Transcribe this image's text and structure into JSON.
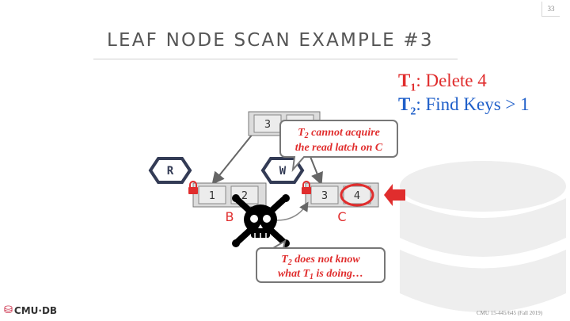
{
  "page_number": "33",
  "title": "LEAF NODE SCAN EXAMPLE #3",
  "legend": {
    "t1": {
      "label": "T",
      "sub": "1",
      "text": ": Delete 4",
      "color": "#e02d2d"
    },
    "t2": {
      "label": "T",
      "sub": "2",
      "text": ": Find Keys > 1",
      "color": "#1f5fc9"
    }
  },
  "tree": {
    "root_key": "3",
    "leaf_b": {
      "keys": [
        "1",
        "2"
      ],
      "label": "B"
    },
    "leaf_c": {
      "keys": [
        "3",
        "4"
      ],
      "label": "C"
    }
  },
  "badges": {
    "read": "R",
    "write": "W"
  },
  "callouts": {
    "top": {
      "line1_pre": "T",
      "line1_sub": "2",
      "line1_post": " cannot acquire",
      "line2": "the read latch on C"
    },
    "bottom": {
      "line1_pre": "T",
      "line1_sub": "2",
      "line1_post": " does not know",
      "line2_pre": "what T",
      "line2_sub": "1",
      "line2_post": " is doing…"
    }
  },
  "icons": {
    "lock": "lock-icon",
    "skull": "skull-crossbones-icon",
    "arrow": "right-arrow-icon",
    "logo": "cmu-db-logo"
  },
  "colors": {
    "accent_red": "#e02d2d",
    "accent_blue": "#1f5fc9",
    "badge_stroke": "#333b55"
  },
  "footer": {
    "logo_text": "CMU·DB",
    "course": "CMU 15-445/645 (Fall 2019)"
  }
}
